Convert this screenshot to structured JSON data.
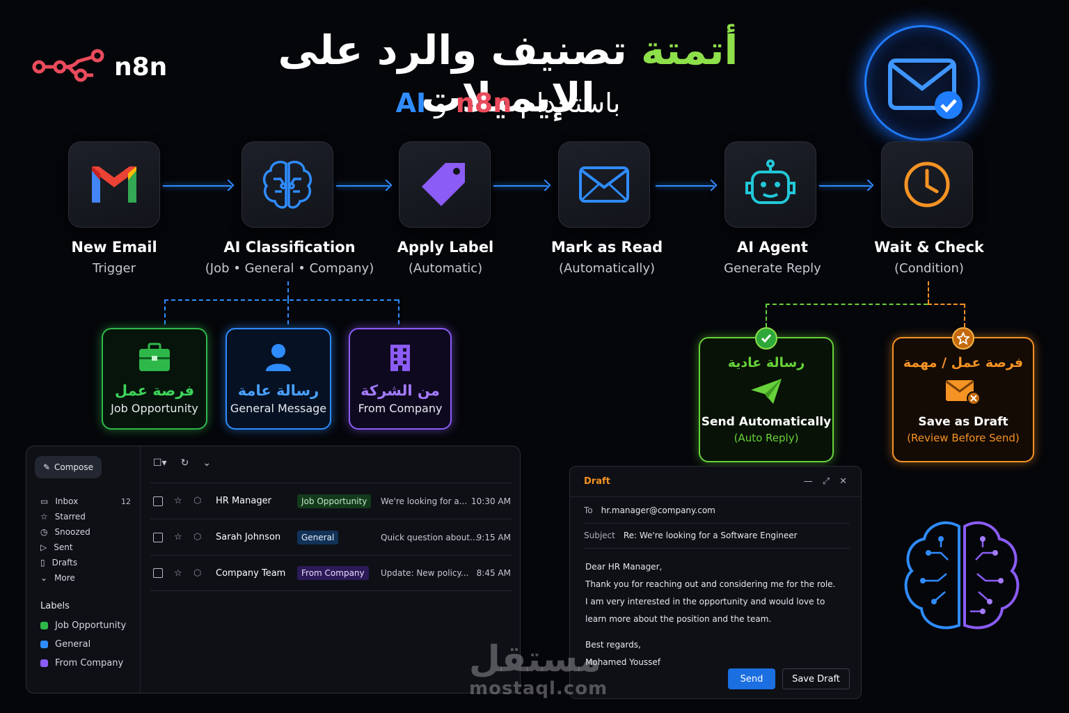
{
  "header": {
    "logo_text": "n8n",
    "title_accent": "أتمتة",
    "title_rest": "تصنيف والرد على الإيميلات",
    "subtitle_prefix": "باستخدام",
    "subtitle_n8n": "n8n",
    "subtitle_and": "و",
    "subtitle_ai": "AI"
  },
  "flow": [
    {
      "title": "New Email",
      "sub": "Trigger",
      "icon": "gmail-icon"
    },
    {
      "title": "AI Classification",
      "sub": "(Job • General • Company)",
      "icon": "brain-icon"
    },
    {
      "title": "Apply Label",
      "sub": "(Automatic)",
      "icon": "tag-icon"
    },
    {
      "title": "Mark as Read",
      "sub": "(Automatically)",
      "icon": "envelope-icon"
    },
    {
      "title": "AI Agent",
      "sub": "Generate Reply",
      "icon": "robot-icon"
    },
    {
      "title": "Wait & Check",
      "sub": "(Condition)",
      "icon": "clock-icon"
    }
  ],
  "categories": [
    {
      "ar": "فرصة عمل",
      "en": "Job Opportunity",
      "color": "#2fb84a",
      "icon": "briefcase-icon"
    },
    {
      "ar": "رسالة عامة",
      "en": "General Message",
      "color": "#2f8cff",
      "icon": "user-icon"
    },
    {
      "ar": "من الشركة",
      "en": "From Company",
      "color": "#8b5cf6",
      "icon": "building-icon"
    }
  ],
  "outcomes": {
    "auto": {
      "ar": "رسالة عادية",
      "en": "Send Automatically",
      "en2": "(Auto Reply)",
      "color": "#67d23a"
    },
    "draft": {
      "ar": "فرصة عمل / مهمة",
      "en": "Save as Draft",
      "en2": "(Review Before Send)",
      "color": "#f59324"
    }
  },
  "gmail": {
    "compose_label": "Compose",
    "nav": [
      {
        "label": "Inbox",
        "count": "12",
        "icon": "inbox-icon"
      },
      {
        "label": "Starred",
        "count": "",
        "icon": "star-icon"
      },
      {
        "label": "Snoozed",
        "count": "",
        "icon": "clock-icon"
      },
      {
        "label": "Sent",
        "count": "",
        "icon": "send-icon"
      },
      {
        "label": "Drafts",
        "count": "",
        "icon": "file-icon"
      },
      {
        "label": "More",
        "count": "",
        "icon": "chevron-down-icon"
      }
    ],
    "labels_title": "Labels",
    "labels": [
      {
        "label": "Job Opportunity",
        "color": "#2fb84a"
      },
      {
        "label": "General",
        "color": "#2f8cff"
      },
      {
        "label": "From Company",
        "color": "#8b5cf6"
      }
    ],
    "rows": [
      {
        "sender": "HR Manager",
        "tag": "Job Opportunity",
        "tag_bg": "#143a1c",
        "tag_fg": "#bfe8c5",
        "snippet": "We're looking for a...",
        "time": "10:30 AM"
      },
      {
        "sender": "Sarah Johnson",
        "tag": "General",
        "tag_bg": "#123257",
        "tag_fg": "#e6efff",
        "snippet": "Quick question about...",
        "time": "9:15 AM"
      },
      {
        "sender": "Company Team",
        "tag": "From Company",
        "tag_bg": "#2c1a58",
        "tag_fg": "#e6dcff",
        "snippet": "Update: New policy...",
        "time": "8:45 AM"
      }
    ]
  },
  "draft": {
    "title": "Draft",
    "to_label": "To",
    "to_value": "hr.manager@company.com",
    "subject_label": "Subject",
    "subject_value": "Re: We're looking for a Software Engineer",
    "body": [
      "Dear HR Manager,",
      "Thank you for reaching out and considering me for the role.",
      "I am very interested in the opportunity and would love to",
      "learn more about the position and the team.",
      "",
      "Best regards,",
      "Mohamed Youssef"
    ],
    "send_label": "Send",
    "save_label": "Save Draft"
  },
  "watermark": {
    "ar": "مستقل",
    "en": "mostaql.com"
  }
}
